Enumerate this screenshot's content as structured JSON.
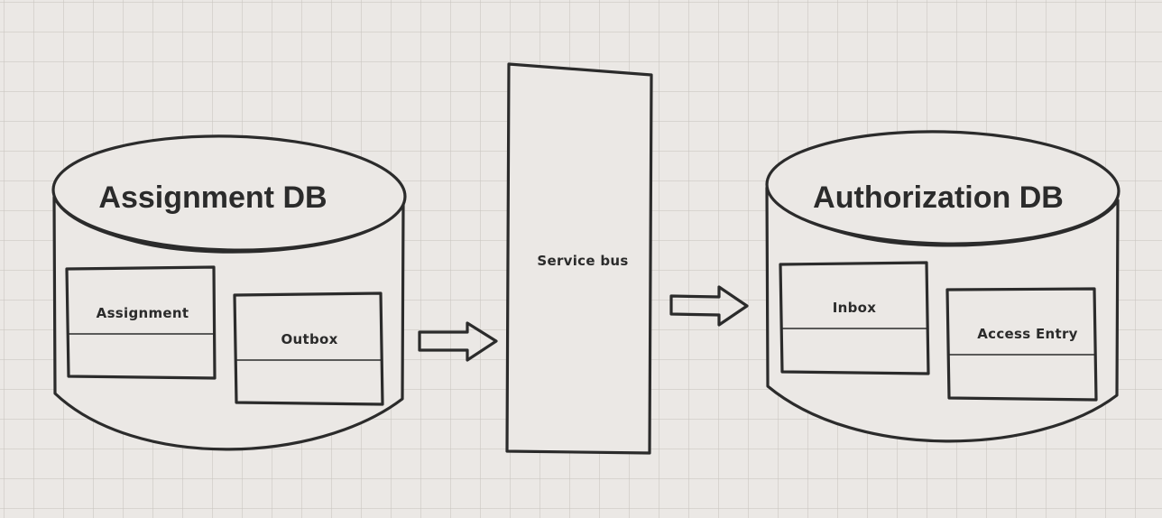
{
  "databases": {
    "left": {
      "title": "Assignment DB",
      "tables": [
        {
          "label": "Assignment"
        },
        {
          "label": "Outbox"
        }
      ]
    },
    "right": {
      "title": "Authorization DB",
      "tables": [
        {
          "label": "Inbox"
        },
        {
          "label": "Access Entry"
        }
      ]
    }
  },
  "bus": {
    "label": "Service bus"
  }
}
